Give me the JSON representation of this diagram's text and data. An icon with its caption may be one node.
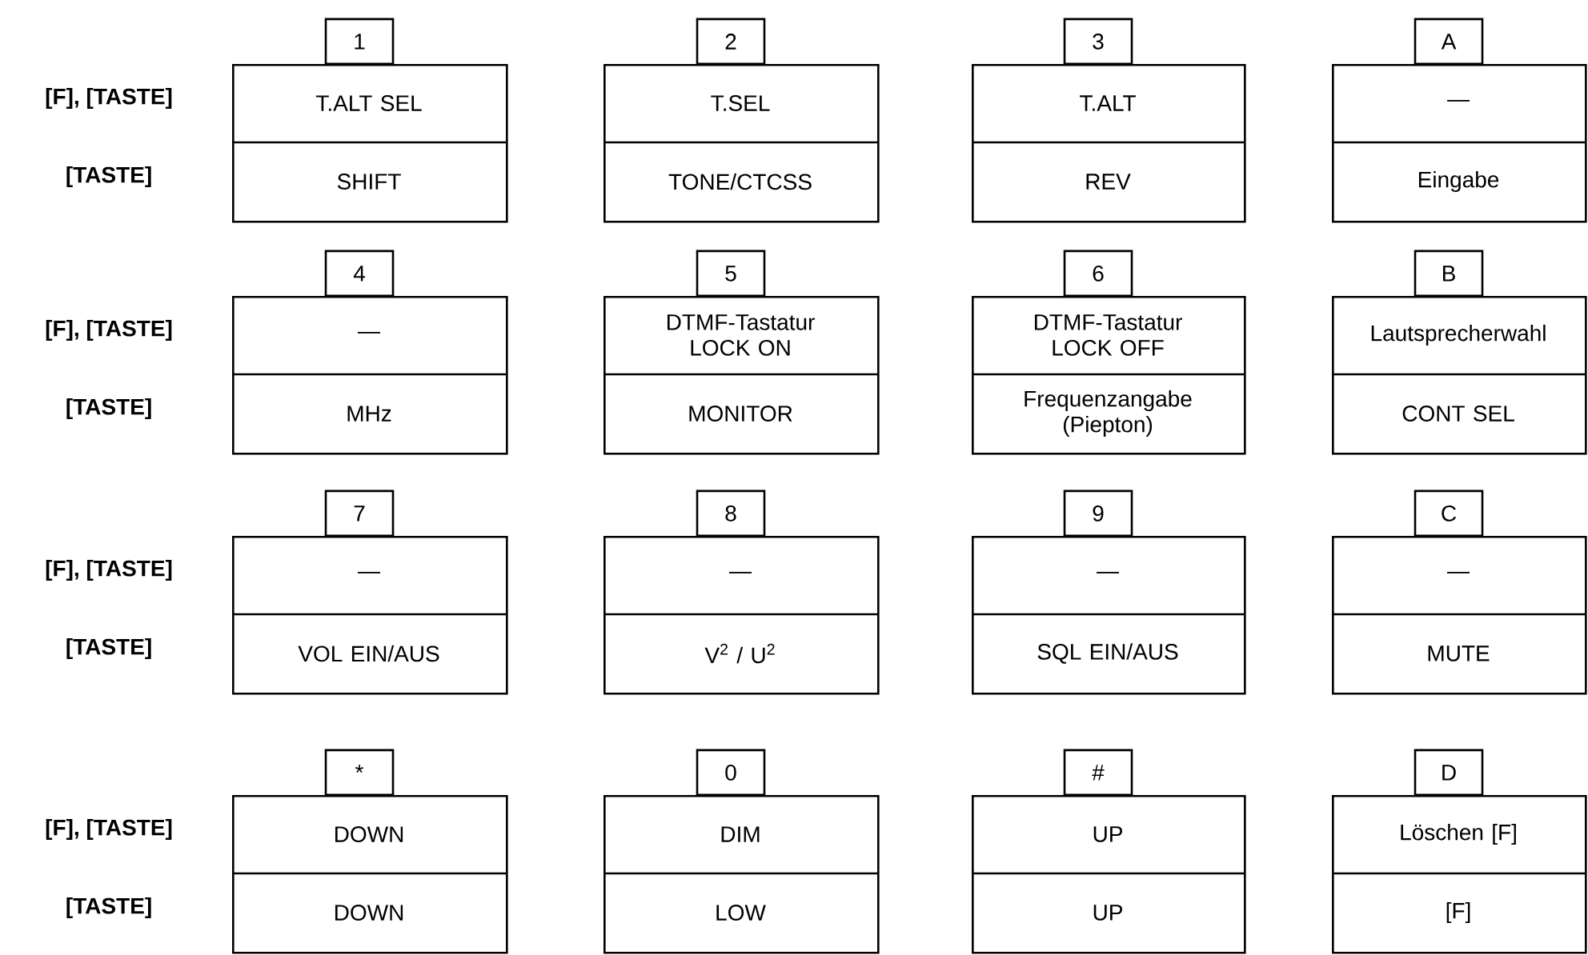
{
  "diagram": {
    "nodes": [
      {
        "text": [
          "1",
          "T.ALT SEL",
          "SHIFT"
        ]
      },
      {
        "text": [
          "2",
          "T.SEL",
          "TONE/CTCSS"
        ]
      },
      {
        "text": [
          "3",
          "T.ALT",
          "REV"
        ]
      },
      {
        "text": [
          "A",
          "—",
          "Eingabe"
        ]
      },
      {
        "text": [
          "4",
          "—",
          "MHz"
        ]
      },
      {
        "text": [
          "5",
          "DTMF-Tastatur LOCK ON",
          "MONITOR"
        ]
      },
      {
        "text": [
          "6",
          "DTMF-Tastatur LOCK OFF",
          "Frequenzangabe (Piepton)"
        ]
      },
      {
        "text": [
          "B",
          "Lautsprecherwahl",
          "CONT SEL"
        ]
      },
      {
        "text": [
          "7",
          "—",
          "VOL EIN/AUS"
        ]
      },
      {
        "text": [
          "8",
          "—",
          "V$^{2}$ / U$^{2}$"
        ]
      },
      {
        "text": [
          "9",
          "—",
          "SQL EIN/AUS"
        ]
      },
      {
        "text": [
          "C",
          "—",
          "MUTE"
        ]
      },
      {
        "text": [
          "*",
          "DOWN",
          "DOWN"
        ]
      },
      {
        "text": [
          "0",
          "DIM",
          "LOW"
        ]
      },
      {
        "text": [
          "#",
          "UP",
          "UP"
        ]
      },
      {
        "text": [
          "D",
          "Löschen [F]",
          "[F]"
        ]
      }
    ],
    "labels": [
      "[F], [TASTE]",
      "[TASTE]",
      "[F], [TASTE]",
      "[TASTE]",
      "[F], [TASTE]",
      "[TASTE]",
      "[F], [TASTE]",
      "[TASTE]"
    ]
  }
}
